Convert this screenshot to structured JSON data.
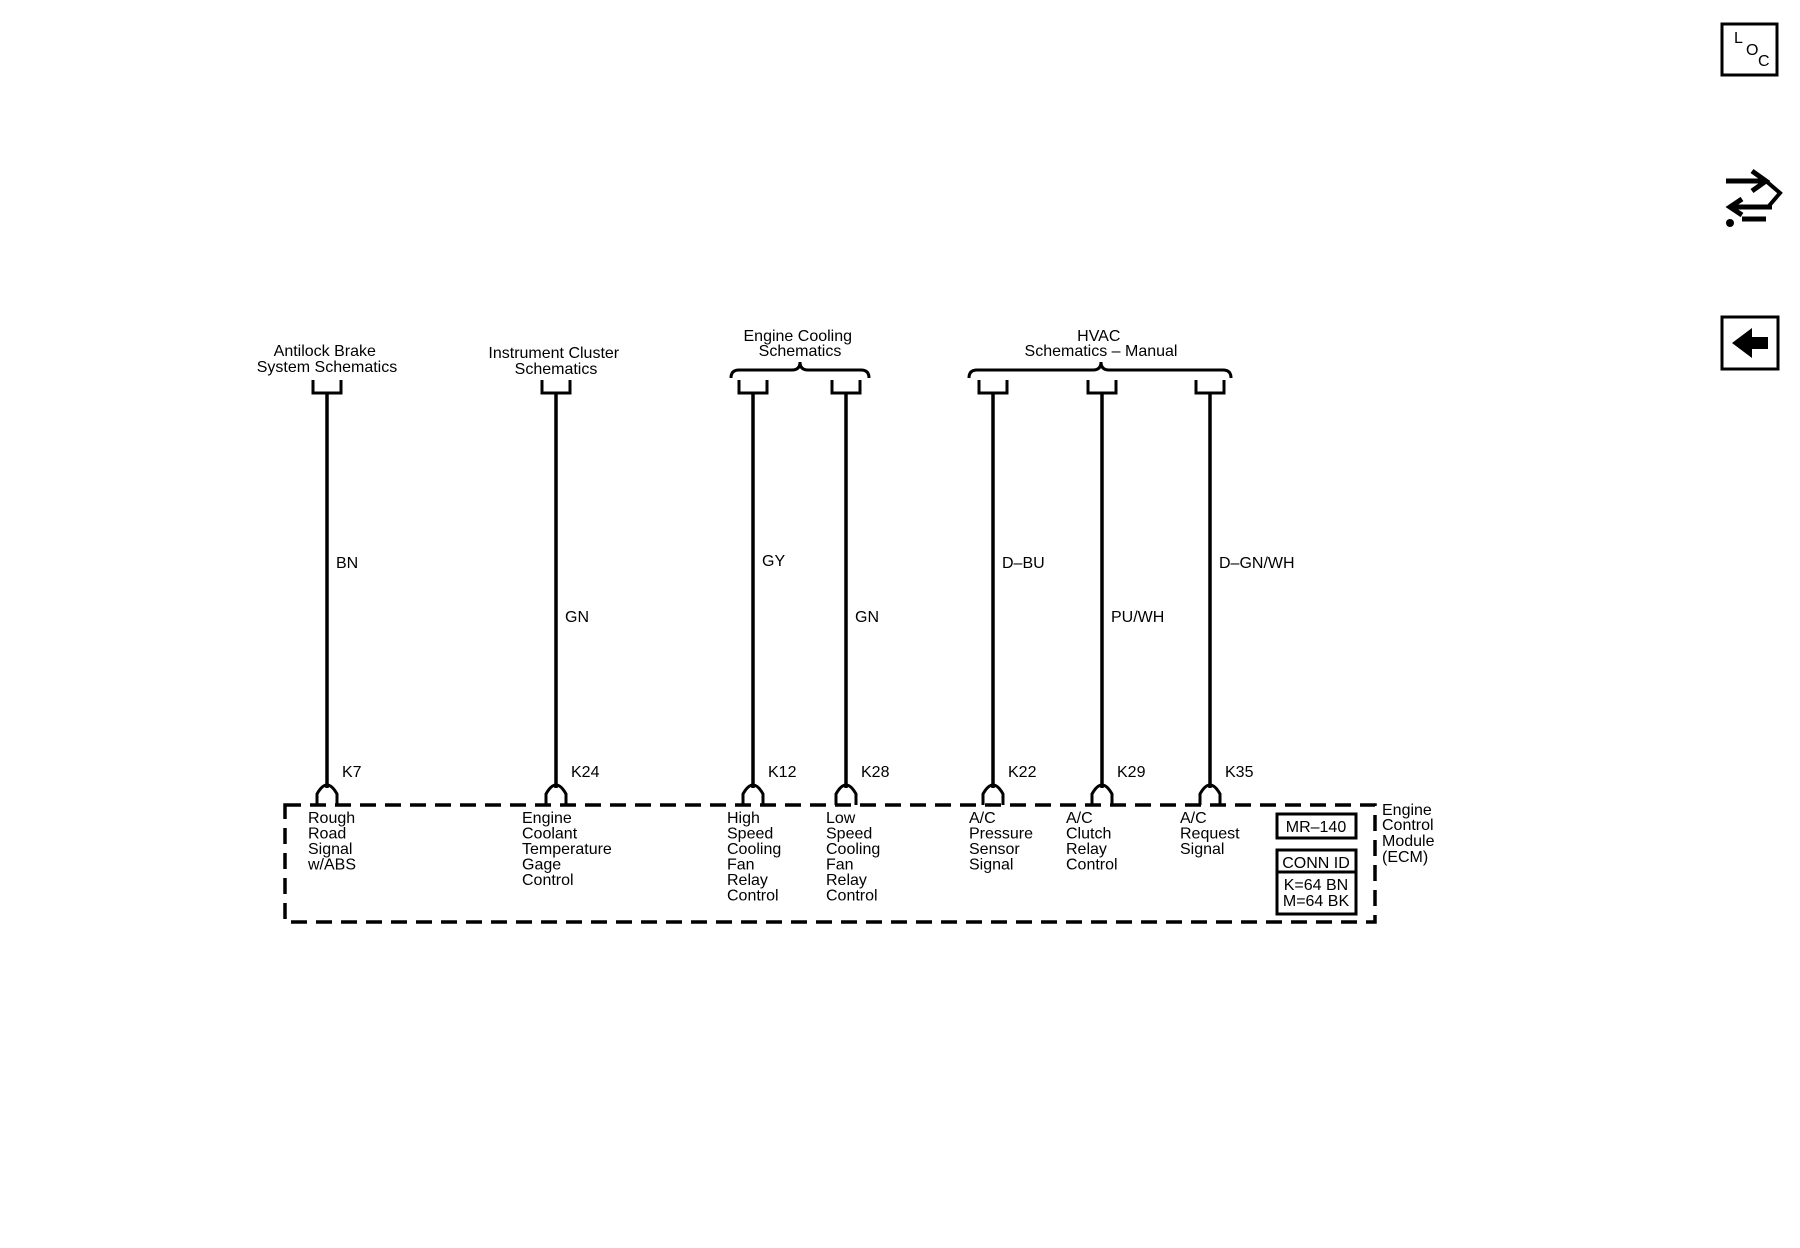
{
  "nav": {
    "loc_label": [
      "L",
      "O",
      "C"
    ]
  },
  "schematic_refs": [
    {
      "id": "abs",
      "lines": [
        "Antilock Brake",
        "System Schematics"
      ]
    },
    {
      "id": "ic",
      "lines": [
        "Instrument Cluster",
        "Schematics"
      ]
    },
    {
      "id": "ec",
      "lines": [
        "Engine Cooling",
        "Schematics"
      ]
    },
    {
      "id": "hvac",
      "lines": [
        "HVAC",
        "Schematics – Manual"
      ]
    }
  ],
  "circuits": [
    {
      "wire_color": "BN",
      "pin": "K7",
      "function": [
        "Rough",
        "Road",
        "Signal",
        "w/ABS"
      ]
    },
    {
      "wire_color": "GN",
      "pin": "K24",
      "function": [
        "Engine",
        "Coolant",
        "Temperature",
        "Gage",
        "Control"
      ]
    },
    {
      "wire_color": "GY",
      "pin": "K12",
      "function": [
        "High",
        "Speed",
        "Cooling",
        "Fan",
        "Relay",
        "Control"
      ]
    },
    {
      "wire_color": "GN",
      "pin": "K28",
      "function": [
        "Low",
        "Speed",
        "Cooling",
        "Fan",
        "Relay",
        "Control"
      ]
    },
    {
      "wire_color": "D–BU",
      "pin": "K22",
      "function": [
        "A/C",
        "Pressure",
        "Sensor",
        "Signal"
      ]
    },
    {
      "wire_color": "PU/WH",
      "pin": "K29",
      "function": [
        "A/C",
        "Clutch",
        "Relay",
        "Control"
      ]
    },
    {
      "wire_color": "D–GN/WH",
      "pin": "K35",
      "function": [
        "A/C",
        "Request",
        "Signal"
      ]
    }
  ],
  "module": {
    "name_lines": [
      "Engine",
      "Control",
      "Module",
      "(ECM)"
    ],
    "ref_code": "MR–140",
    "conn_id_label": "CONN ID",
    "conn_lines": [
      "K=64 BN",
      "M=64 BK"
    ]
  }
}
